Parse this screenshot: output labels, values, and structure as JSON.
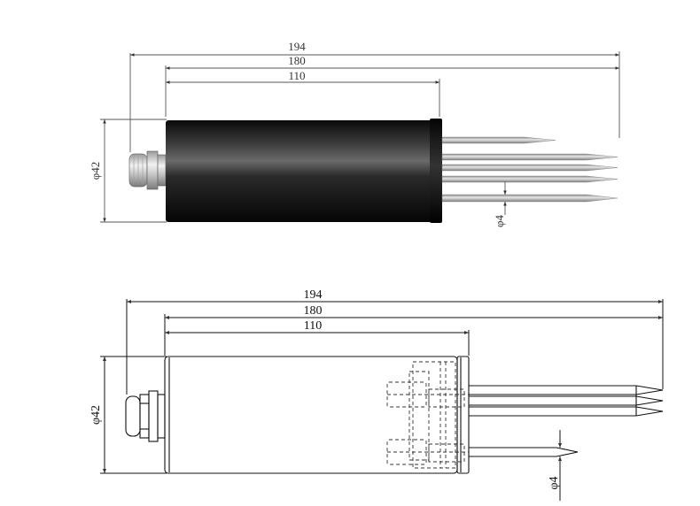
{
  "top_view": {
    "dim_overall": "194",
    "dim_body_probe": "180",
    "dim_body": "110",
    "dim_diameter": "φ42",
    "dim_probe_diameter": "φ4"
  },
  "bottom_view": {
    "dim_overall": "194",
    "dim_body_probe": "180",
    "dim_body": "110",
    "dim_diameter": "φ42",
    "dim_probe_diameter": "φ4"
  }
}
